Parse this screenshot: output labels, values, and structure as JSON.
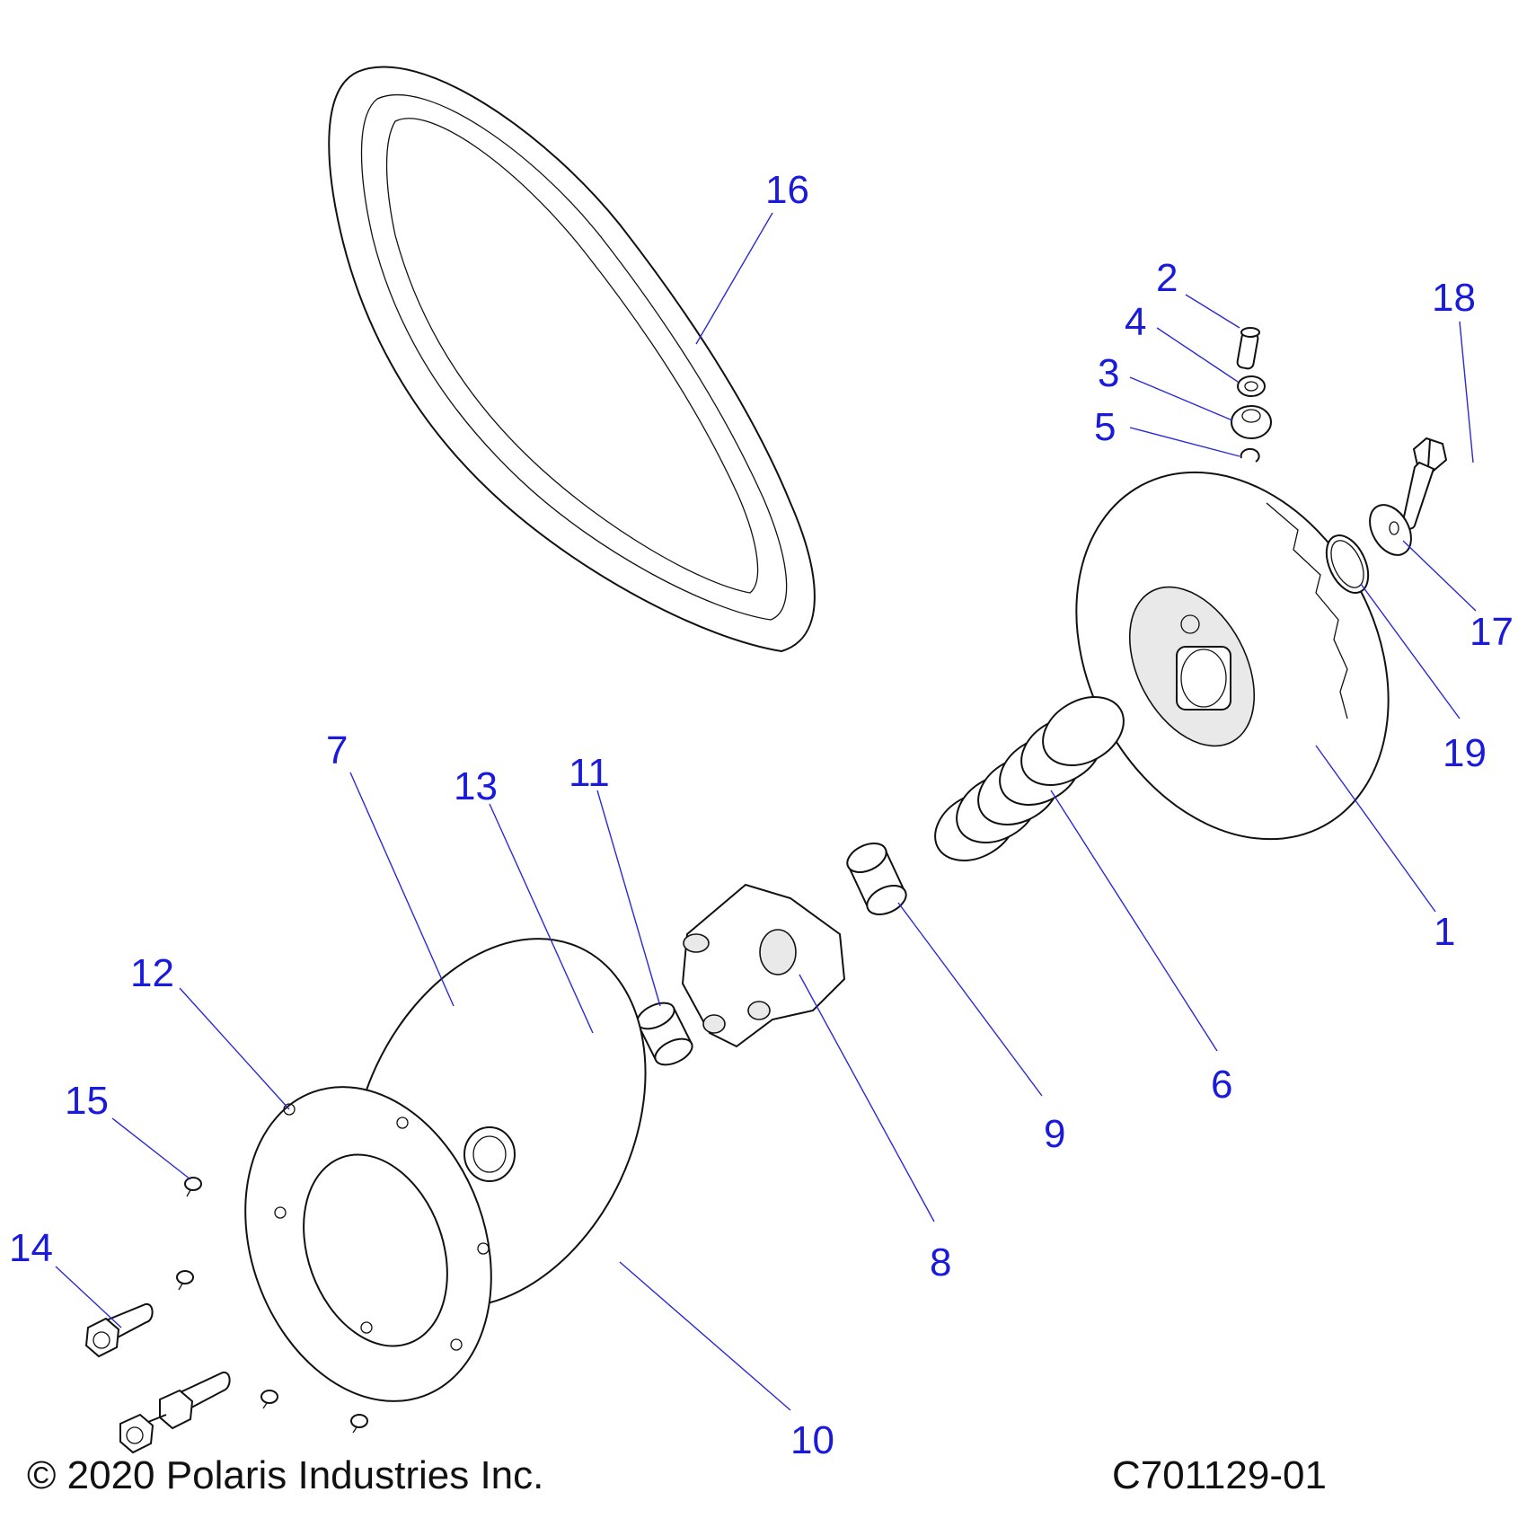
{
  "callouts": {
    "c1": "1",
    "c2": "2",
    "c3": "3",
    "c4": "4",
    "c5": "5",
    "c6": "6",
    "c7": "7",
    "c8": "8",
    "c9": "9",
    "c10": "10",
    "c11": "11",
    "c12": "12",
    "c13": "13",
    "c14": "14",
    "c15": "15",
    "c16": "16",
    "c17": "17",
    "c18": "18",
    "c19": "19"
  },
  "footer": {
    "copyright": "© 2020 Polaris Industries Inc.",
    "drawing_number": "C701129-01"
  },
  "colors": {
    "callout": "#1a1adc",
    "linework": "#111111"
  }
}
